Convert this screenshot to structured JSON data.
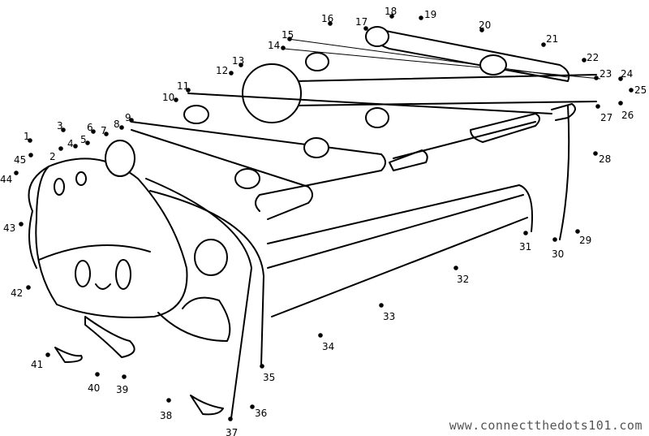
{
  "puzzle": {
    "dot_labels": [
      "1",
      "2",
      "3",
      "4",
      "5",
      "6",
      "7",
      "8",
      "9",
      "10",
      "11",
      "12",
      "13",
      "14",
      "15",
      "16",
      "17",
      "18",
      "19",
      "20",
      "21",
      "22",
      "23",
      "24",
      "25",
      "26",
      "27",
      "28",
      "29",
      "30",
      "31",
      "32",
      "33",
      "34",
      "35",
      "36",
      "37",
      "38",
      "39",
      "40",
      "41",
      "42",
      "43",
      "44",
      "45"
    ]
  },
  "footer": {
    "watermark": "www.connectthedots101.com"
  }
}
